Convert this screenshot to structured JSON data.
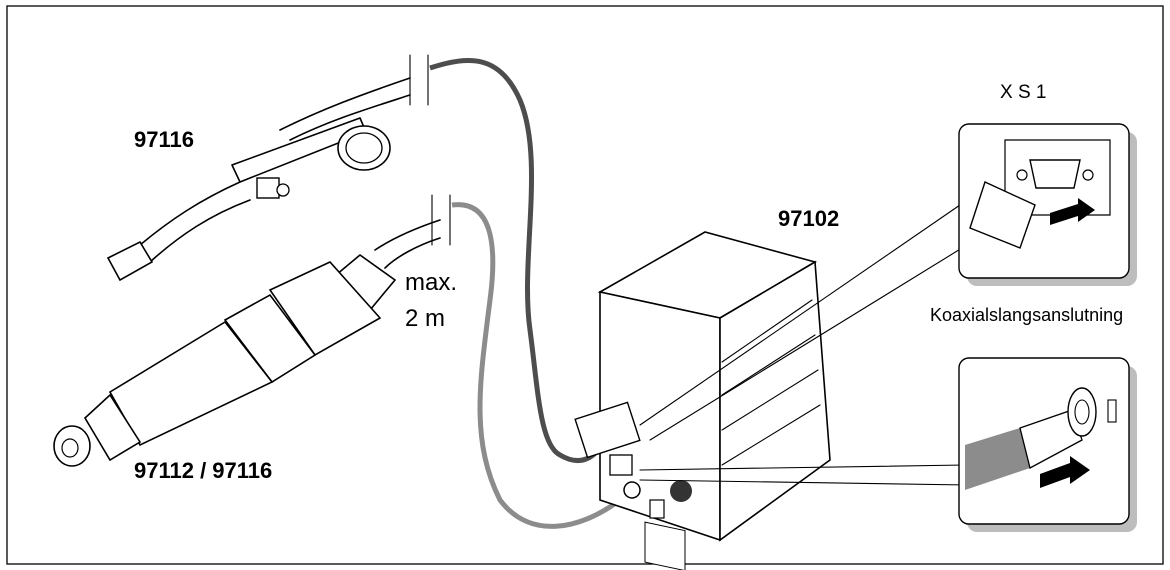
{
  "labels": {
    "probe_top": "97116",
    "probe_bottom": "97112 / 97116",
    "cable_length_line1": "max.",
    "cable_length_line2": "2 m",
    "station": "97102",
    "connector_serial": "X S 1",
    "connector_coax": "Koaxialslangsanslutning"
  },
  "colors": {
    "line": "#000000",
    "cable_dark": "#4d4d4d",
    "cable_light": "#8c8c8c",
    "inset_bg": "#ffffff",
    "inset_shadow": "#bdbdbd"
  }
}
